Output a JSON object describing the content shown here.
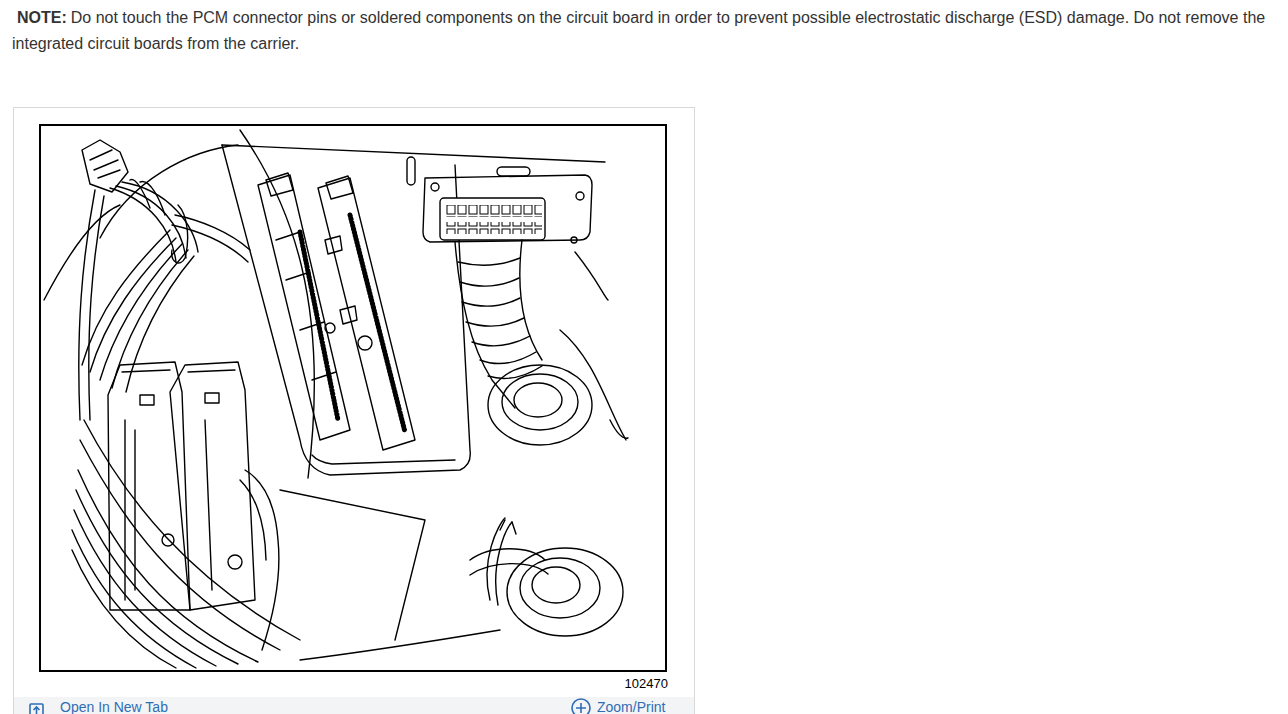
{
  "diagram": {
    "labels": [
      "NOTE:",
      "Do not touch the PCM connector pins or soldered components on the circuit board in order to prevent possible electrostatic discharge (ESD) damage. Do not remove the integrated circuit boards from the carrier.",
      "102470",
      "Open In New Tab",
      "Zoom/Print"
    ]
  }
}
